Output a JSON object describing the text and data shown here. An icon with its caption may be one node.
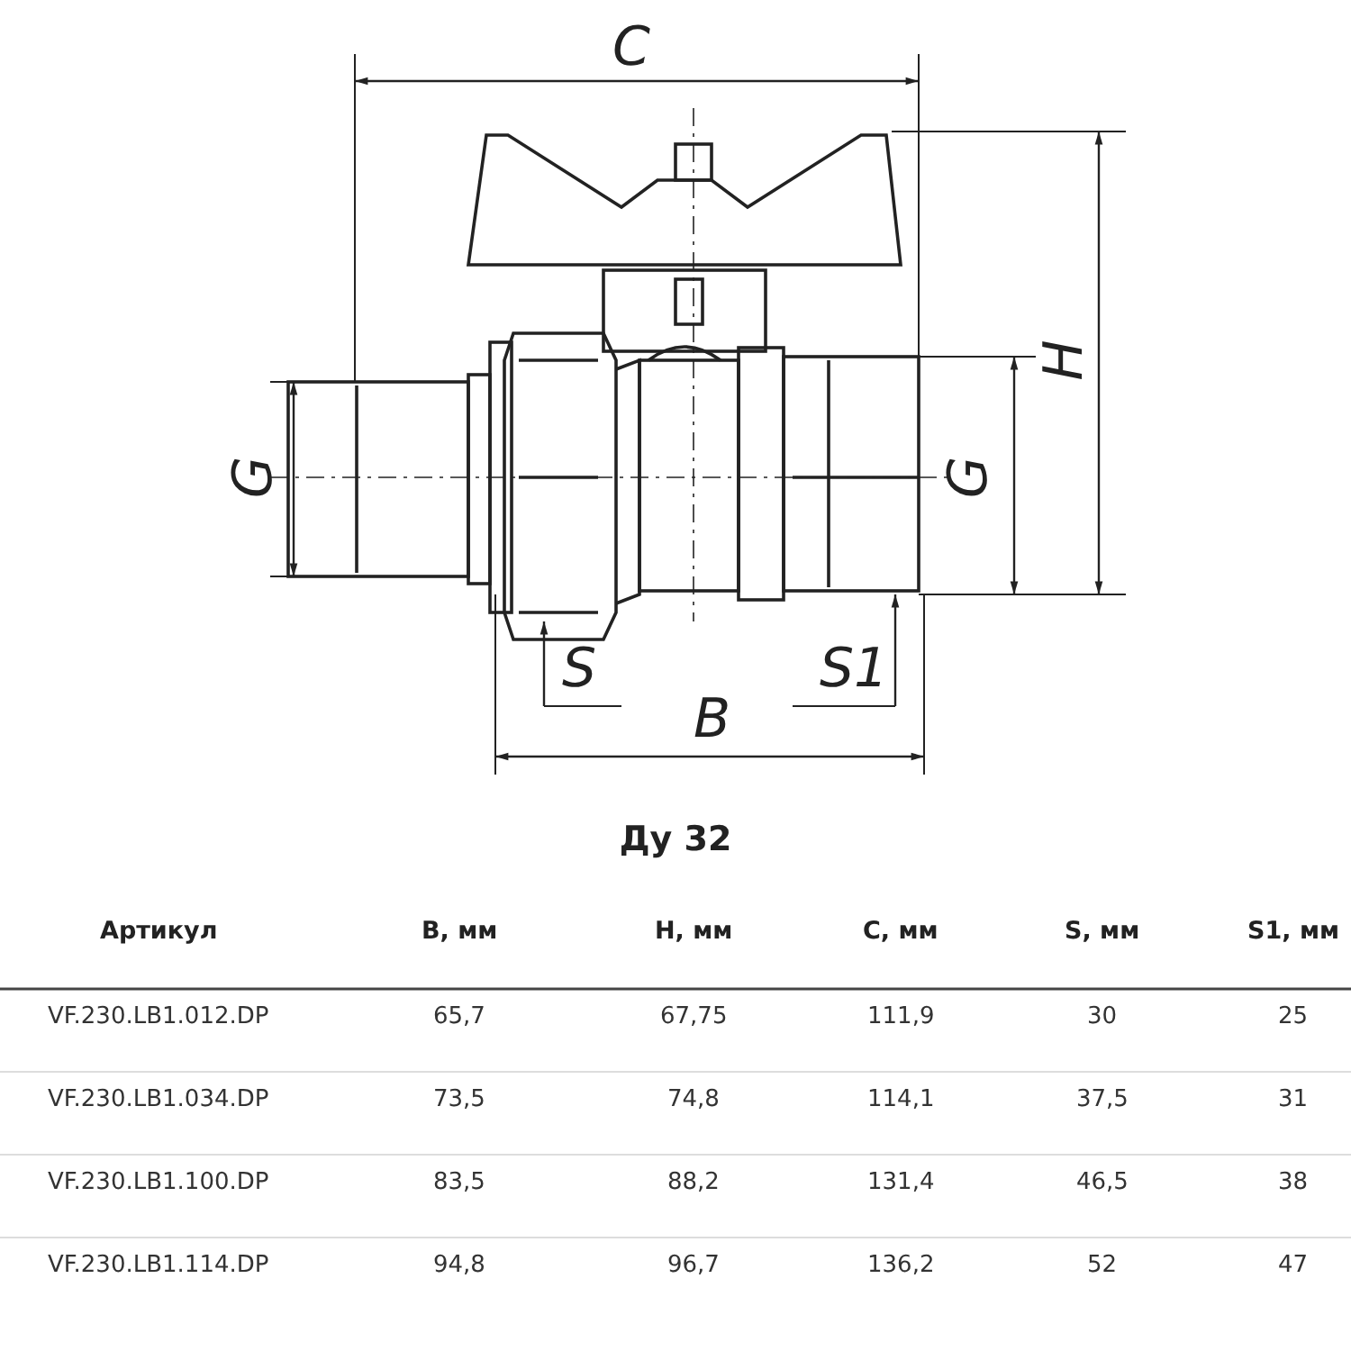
{
  "diagram": {
    "caption": "Ду 32",
    "labels": [
      "C",
      "H",
      "G",
      "G",
      "S",
      "S1",
      "B",
      "Артикул",
      "B, мм",
      "H, мм",
      "C, мм",
      "S, мм",
      "S1, мм",
      "VF.230.LB1.012.DP",
      "65,7",
      "67,75",
      "111,9",
      "30",
      "25",
      "VF.230.LB1.034.DP",
      "73,5",
      "74,8",
      "114,1",
      "37,5",
      "31",
      "VF.230.LB1.100.DP",
      "83,5",
      "88,2",
      "131,4",
      "46,5",
      "38",
      "VF.230.LB1.114.DP",
      "94,8",
      "96,7",
      "136,2",
      "52",
      "47"
    ]
  }
}
